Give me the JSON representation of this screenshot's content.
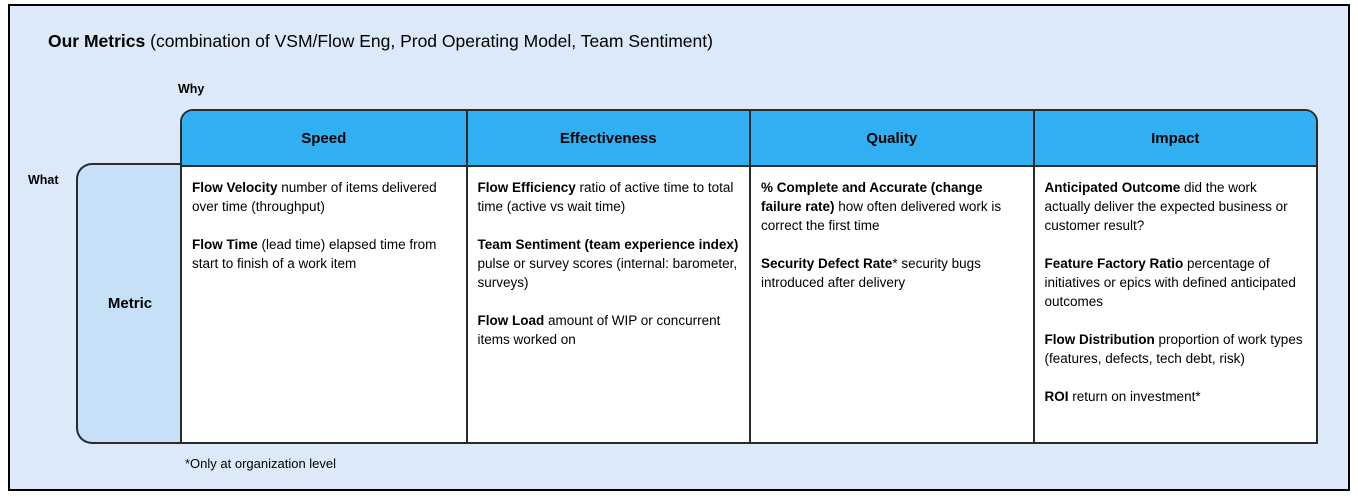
{
  "title": {
    "bold": "Our Metrics",
    "rest": " (combination of VSM/Flow Eng, Prod Operating Model, Team Sentiment)"
  },
  "axes": {
    "why": "Why",
    "what": "What"
  },
  "row_label": "Metric",
  "footnote": "*Only at organization level",
  "colors": {
    "header_fill": "#30b0f2",
    "panel_background": "#dbe9f8",
    "metric_box_fill": "#c6e0f7",
    "cell_background": "#ffffff",
    "border": "#2b2b2b"
  },
  "columns": [
    {
      "header": "Speed",
      "entries": [
        {
          "term": "Flow Velocity",
          "suffix": "",
          "desc": "number of items delivered over time (throughput)"
        },
        {
          "term": "Flow Time",
          "suffix": "",
          "desc": "(lead time) elapsed time from start to finish of a work item"
        }
      ]
    },
    {
      "header": "Effectiveness",
      "entries": [
        {
          "term": "Flow Efficiency",
          "suffix": "",
          "desc": "ratio of active time to total time (active vs wait time)"
        },
        {
          "term": "Team Sentiment (team experience index)",
          "suffix": "",
          "desc": "pulse or survey scores (internal: barometer, surveys)"
        },
        {
          "term": "Flow Load",
          "suffix": "",
          "desc": "amount of WIP or concurrent items worked on"
        }
      ]
    },
    {
      "header": "Quality",
      "entries": [
        {
          "term": "% Complete and Accurate (change failure rate)",
          "suffix": "",
          "desc": "how often delivered work is correct the first time"
        },
        {
          "term": "Security Defect Rate",
          "suffix": "*",
          "desc": "security bugs introduced after delivery"
        }
      ]
    },
    {
      "header": "Impact",
      "entries": [
        {
          "term": "Anticipated Outcome",
          "suffix": "",
          "desc": "did the work actually deliver the expected business or customer result?"
        },
        {
          "term": "Feature Factory Ratio",
          "suffix": "",
          "desc": "percentage of initiatives or epics with defined anticipated outcomes"
        },
        {
          "term": "Flow Distribution",
          "suffix": "",
          "desc": "proportion of work types (features, defects, tech debt, risk)"
        },
        {
          "term": "ROI",
          "suffix": "",
          "desc": "return on investment*"
        }
      ]
    }
  ]
}
